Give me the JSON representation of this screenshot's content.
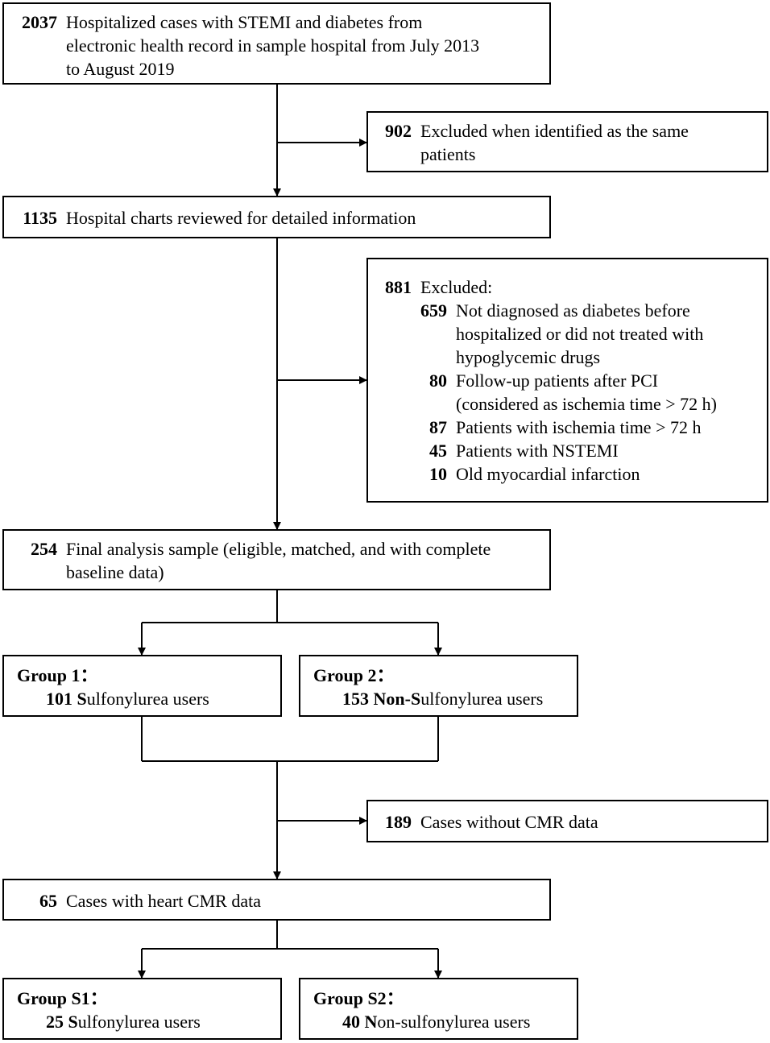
{
  "nodes": {
    "n1": {
      "count": "2037",
      "lines": [
        "Hospitalized cases with STEMI and diabetes from",
        "electronic health record in sample hospital from July 2013",
        "to August 2019"
      ]
    },
    "ex1": {
      "count": "902",
      "lines": [
        "Excluded when identified as the same",
        "patients"
      ]
    },
    "n2": {
      "count": "1135",
      "text": "Hospital charts reviewed for detailed information"
    },
    "ex2": {
      "count": "881",
      "text": "Excluded:",
      "items": [
        {
          "count": "659",
          "lines": [
            "Not diagnosed as diabetes before",
            "hospitalized or did not treated with",
            "hypoglycemic drugs"
          ]
        },
        {
          "count": "80",
          "lines": [
            "Follow-up patients after PCI",
            "(considered as ischemia time > 72 h)"
          ]
        },
        {
          "count": "87",
          "lines": [
            "Patients with ischemia time > 72 h"
          ]
        },
        {
          "count": "45",
          "lines": [
            "Patients with NSTEMI"
          ]
        },
        {
          "count": "10",
          "lines": [
            "Old myocardial infarction"
          ]
        }
      ]
    },
    "n3": {
      "count": "254",
      "lines": [
        "Final analysis sample (eligible, matched, and with complete",
        "baseline data)"
      ]
    },
    "g1": {
      "title": "Group 1：",
      "count": "101",
      "initial": "S",
      "rest": "ulfonylurea users"
    },
    "g2": {
      "title": "Group 2：",
      "count": "153",
      "initial": "Non-S",
      "rest": "ulfonylurea users"
    },
    "ex3": {
      "count": "189",
      "text": "Cases without CMR data"
    },
    "n4": {
      "count": "65",
      "text": "Cases with heart CMR data"
    },
    "s1": {
      "title": "Group S1：",
      "count": "25",
      "initial": "S",
      "rest": "ulfonylurea users"
    },
    "s2": {
      "title": "Group S2：",
      "count": "40",
      "initial": "N",
      "rest": "on-sulfonylurea users"
    }
  }
}
